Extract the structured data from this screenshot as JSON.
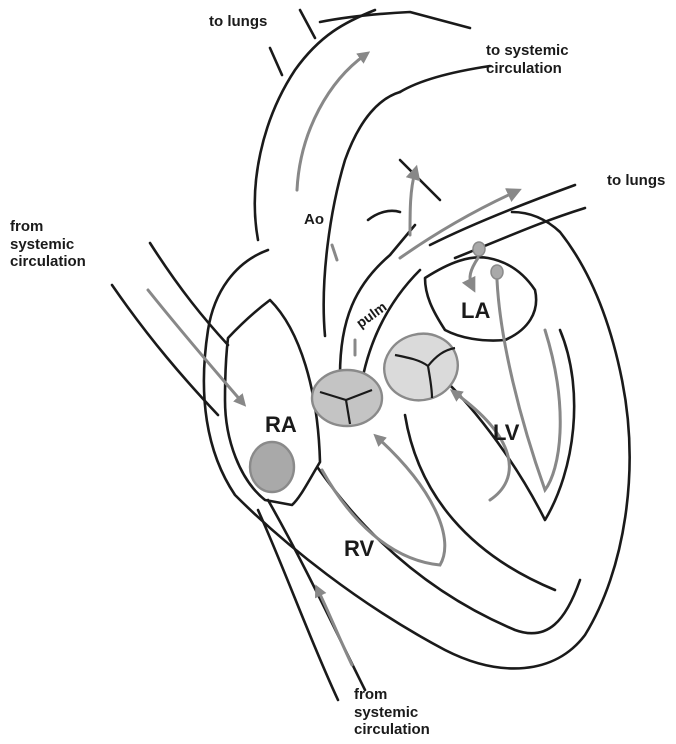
{
  "labels": {
    "to_lungs_top": "to lungs",
    "to_systemic": [
      "to systemic",
      "circulation"
    ],
    "to_lungs_right": "to lungs",
    "from_systemic_left": [
      "from",
      "systemic",
      "circulation"
    ],
    "from_systemic_bottom": [
      "from",
      "systemic",
      "circulation"
    ],
    "ao": "Ao",
    "pulm": "pulm",
    "ra": "RA",
    "la": "LA",
    "rv": "RV",
    "lv": "LV"
  },
  "colors": {
    "outline": "#1a1a1a",
    "flow_arrow": "#888888",
    "valve_fill": "#c4c4c4",
    "valve_fill_light": "#dadada",
    "ra_oval_fill": "#a9a9a9",
    "valve_edge": "#8a8a8a"
  }
}
